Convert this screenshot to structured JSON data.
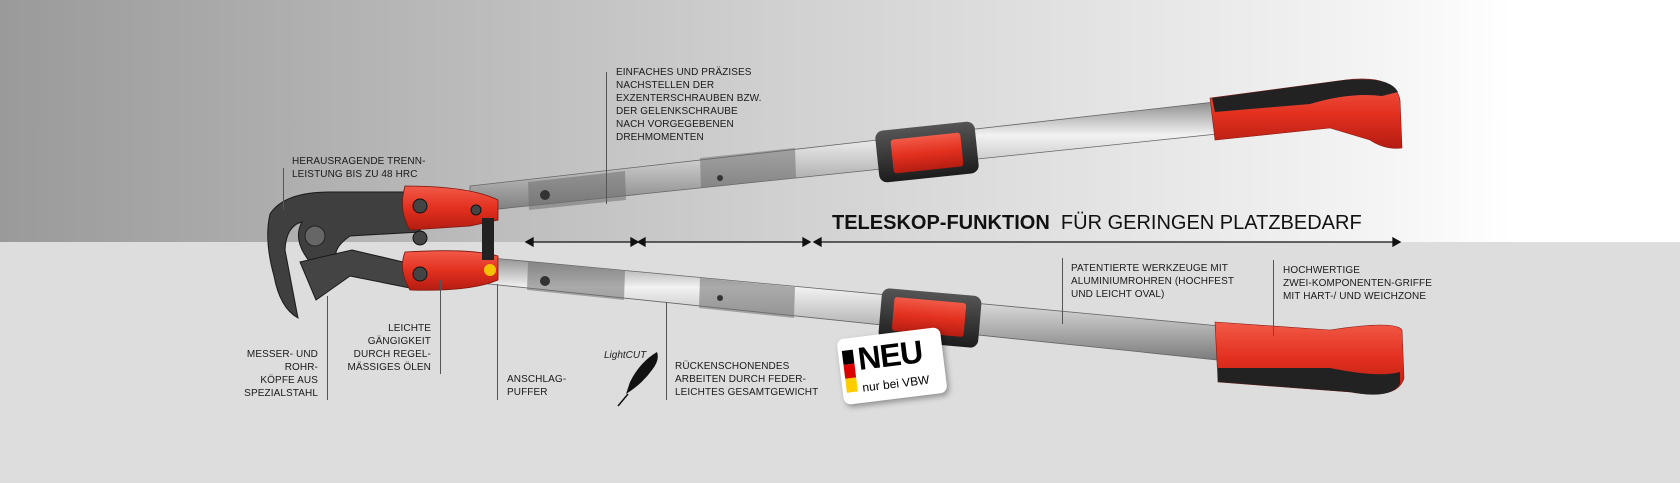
{
  "colors": {
    "handle_red": "#e8372a",
    "grip_black": "#2a2a2a",
    "tube_silver": "#c8c8c8",
    "head_red": "#e02a1c"
  },
  "labels": {
    "precision": [
      "EINFACHES UND PRÄZISES",
      "NACHSTELLEN DER",
      "EXZENTERSCHRAUBEN BZW.",
      "DER GELENKSCHRAUBE",
      "NACH VORGEGEBENEN",
      "DREHMOMENTEN"
    ],
    "cutting": [
      "HERAUSRAGENDE TRENN-",
      "LEISTUNG BIS ZU 48 HRC"
    ],
    "heads": [
      "MESSER- UND",
      "ROHR-",
      "KÖPFE AUS",
      "SPEZIALSTAHL"
    ],
    "oiling": [
      "LEICHTE",
      "GÄNGIGKEIT",
      "DURCH REGEL-",
      "MÄSSIGES ÖLEN"
    ],
    "buffer": [
      "ANSCHLAG-",
      "PUFFER"
    ],
    "back": [
      "RÜCKENSCHONENDES",
      "ARBEITEN DURCH FEDER-",
      "LEICHTES GESAMTGEWICHT"
    ],
    "tubes": [
      "PATENTIERTE WERKZEUGE MIT",
      "ALUMINIUMROHREN (HOCHFEST",
      "UND LEICHT OVAL)"
    ],
    "grips": [
      "HOCHWERTIGE",
      "ZWEI-KOMPONENTEN-GRIFFE",
      "MIT HART-/ UND WEICHZONE"
    ]
  },
  "telescope": {
    "bold": "TELESKOP-FUNKTION",
    "rest": "FÜR GERINGEN PLATZBEDARF"
  },
  "badge": {
    "main": "NEU",
    "sub": "nur bei VBW"
  },
  "logo": {
    "text": "LightCUT"
  },
  "icons": [
    "feather-icon",
    "germany-flag-icon"
  ]
}
